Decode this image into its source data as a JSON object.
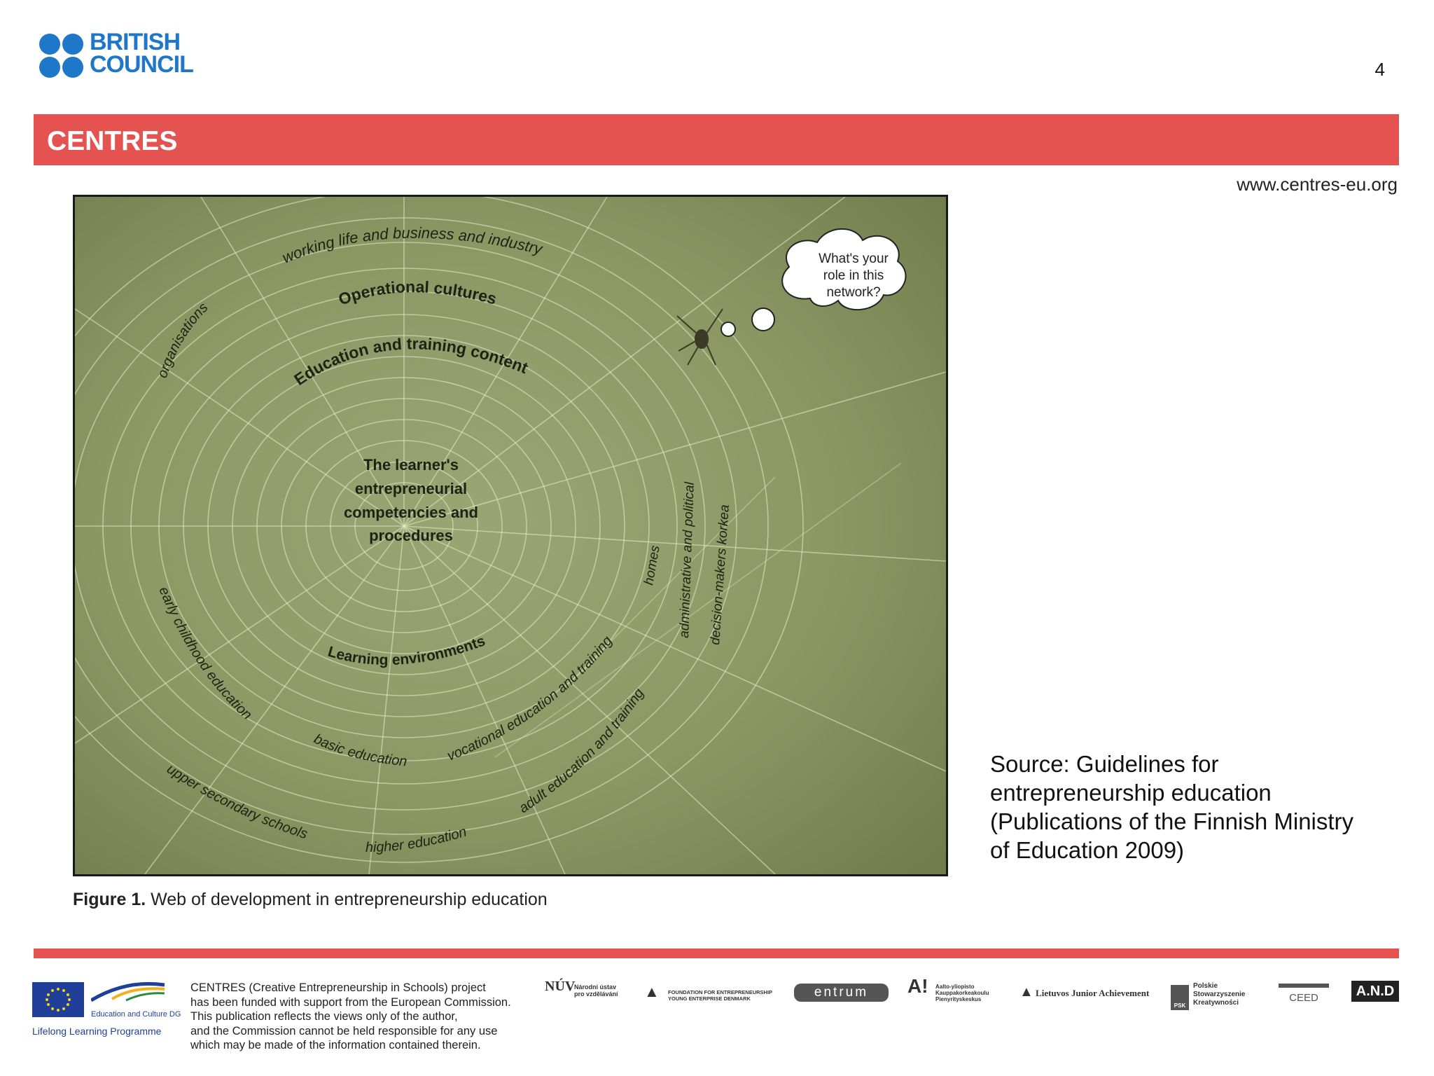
{
  "header": {
    "logo_line1": "BRITISH",
    "logo_line2": "COUNCIL",
    "page_number": "4",
    "banner_title": "CENTRES",
    "website": "www.centres-eu.org"
  },
  "figure": {
    "labels": {
      "working_life": "working life and business and industry",
      "operational": "Operational cultures",
      "education_content": "Education and training content",
      "organisations": "organisations",
      "learner": [
        "The learner's",
        "entrepreneurial",
        "competencies and",
        "procedures"
      ],
      "learning_env": "Learning environments",
      "early": "early childhood education",
      "basic": "basic education",
      "vocational": "vocational education and training",
      "upper": "upper secondary schools",
      "higher": "higher education",
      "adult": "adult education and training",
      "homes": "homes",
      "administrative": "administrative and political",
      "decision": "decision-makers korkea"
    },
    "thought_bubble": [
      "What's your",
      "role in this",
      "network?"
    ],
    "caption_bold": "Figure 1.",
    "caption_text": " Web of development in entrepreneurship education"
  },
  "source_text": "Source: Guidelines for entrepreneurship education (Publications of the Finnish Ministry of Education 2009)",
  "footer": {
    "eu_dg": "Education and Culture DG",
    "eu_programme": "Lifelong Learning Programme",
    "disclaimer": [
      "CENTRES (Creative Entrepreneurship in Schools) project",
      "has been funded with support from the European Commission.",
      "This publication reflects the views only of the author,",
      "and the Commission cannot be held responsible for any use",
      "which may be made of the information contained therein."
    ],
    "partners": {
      "niv": "NÚV",
      "niv_text": [
        "Národní ústav",
        "pro vzdělávání"
      ],
      "young_enterprise": [
        "FOUNDATION FOR ENTREPRENEURSHIP",
        "YOUNG ENTERPRISE DENMARK"
      ],
      "entrum": "entrum",
      "aalto": "A!",
      "aalto_text": [
        "Aalto-yliopisto",
        "Kauppakorkeakoulu",
        "Pienyrityskeskus"
      ],
      "lithuania": "Lietuvos Junior Achievement",
      "polish": [
        "Polskie",
        "Stowarzyszenie",
        "Kreatywności"
      ],
      "polish_mark": "PSK",
      "ceed": "CEED",
      "and": "A.N.D"
    }
  },
  "colors": {
    "accent": "#e55350",
    "brand_blue": "#1f77c9",
    "web_green": "#8e9a66"
  }
}
